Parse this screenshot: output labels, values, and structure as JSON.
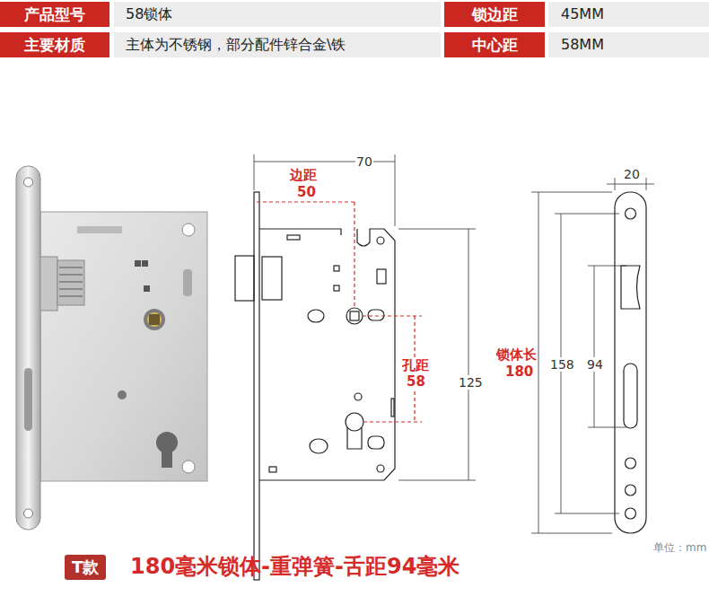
{
  "diagram": {
    "nodes": [
      {
        "text": [
          "T款"
        ]
      }
    ],
    "labels": [
      "产品型号",
      "58锁体",
      "锁边距",
      "45MM",
      "主要材质",
      "主体为不锈钢，部分配件锌合金\\铁",
      "中心距",
      "58MM",
      "70",
      "边距",
      "50",
      "孔距",
      "58",
      "125",
      "20",
      "锁体长",
      "180",
      "158",
      "94",
      "180毫米锁体-重弹簧-舌距94毫米",
      "单位：mm"
    ]
  }
}
